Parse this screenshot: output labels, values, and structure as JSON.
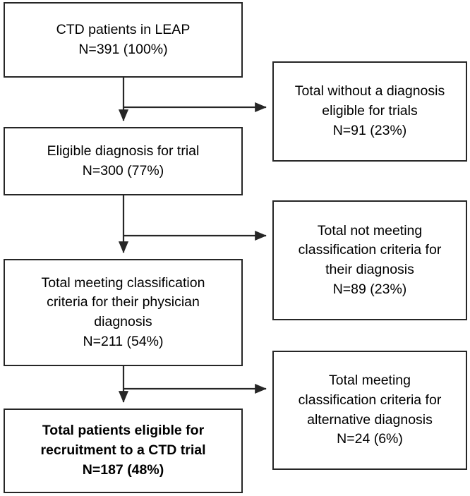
{
  "figure": {
    "type": "flowchart",
    "title": "CTD patient eligibility flow",
    "stroke_color": "#262626",
    "background_color": "#ffffff"
  },
  "nodes": {
    "ctd_patients": {
      "lines": [
        "CTD patients in LEAP",
        "N=391 (100%)"
      ],
      "n": 391,
      "percent": "100%",
      "bold": false
    },
    "eligible_diagnosis": {
      "lines": [
        "Eligible diagnosis for trial",
        "N=300 (77%)"
      ],
      "n": 300,
      "percent": "77%",
      "bold": false
    },
    "meeting_classification": {
      "lines": [
        "Total meeting classification",
        "criteria for their physician",
        "diagnosis",
        "N=211 (54%)"
      ],
      "n": 211,
      "percent": "54%",
      "bold": false
    },
    "eligible_recruitment": {
      "lines": [
        "Total patients eligible for",
        "recruitment to a CTD trial",
        "N=187 (48%)"
      ],
      "n": 187,
      "percent": "48%",
      "bold": true
    },
    "without_diagnosis": {
      "lines": [
        "Total without a diagnosis",
        "eligible for trials",
        "N=91 (23%)"
      ],
      "n": 91,
      "percent": "23%",
      "bold": false
    },
    "not_meeting_classification": {
      "lines": [
        "Total not meeting",
        "classification criteria for",
        "their diagnosis",
        "N=89 (23%)"
      ],
      "n": 89,
      "percent": "23%",
      "bold": false
    },
    "alternative_diagnosis": {
      "lines": [
        "Total meeting",
        "classification criteria for",
        "alternative diagnosis",
        "N=24 (6%)"
      ],
      "n": 24,
      "percent": "6%",
      "bold": false
    }
  },
  "connectors": [
    {
      "name": "ctd-to-eligible",
      "from": "ctd_patients",
      "to": "eligible_diagnosis",
      "kind": "down-arrow"
    },
    {
      "name": "ctd-to-without-diagnosis",
      "from": "ctd_patients",
      "to": "without_diagnosis",
      "kind": "right-arrow"
    },
    {
      "name": "eligible-to-meeting",
      "from": "eligible_diagnosis",
      "to": "meeting_classification",
      "kind": "down-arrow"
    },
    {
      "name": "eligible-to-not-meeting",
      "from": "eligible_diagnosis",
      "to": "not_meeting_classification",
      "kind": "right-arrow"
    },
    {
      "name": "meeting-to-recruitment",
      "from": "meeting_classification",
      "to": "eligible_recruitment",
      "kind": "down-arrow"
    },
    {
      "name": "meeting-to-alternative",
      "from": "meeting_classification",
      "to": "alternative_diagnosis",
      "kind": "right-arrow"
    }
  ]
}
